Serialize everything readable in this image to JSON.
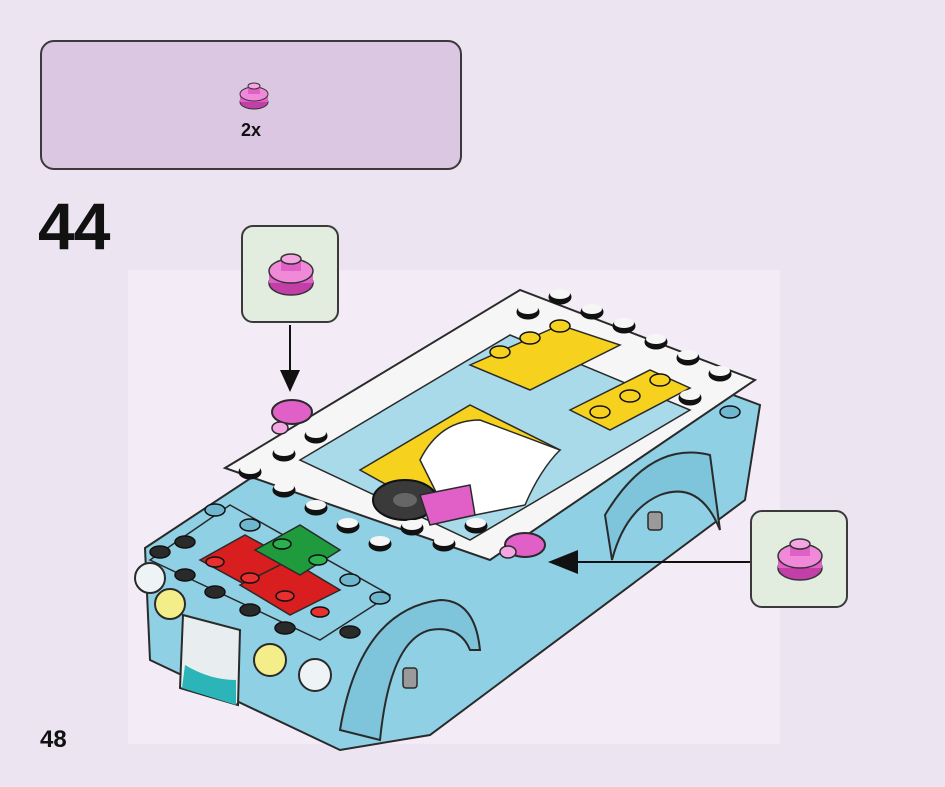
{
  "parts_list": {
    "quantity": "2x",
    "piece_icon": "pink-round-plate-icon",
    "piece_color": "#e060c8"
  },
  "step": {
    "number": "44"
  },
  "page": {
    "number": "48"
  },
  "colors": {
    "background": "#ede4f2",
    "parts_box": "#dcc7e2",
    "callout": "#e2ecdf",
    "car_body": "#8fd0e4",
    "white_plate": "#f6f6f6",
    "yellow": "#f6d21f",
    "red": "#d81e1e",
    "green": "#1f9a3c",
    "pink": "#e060c8"
  }
}
